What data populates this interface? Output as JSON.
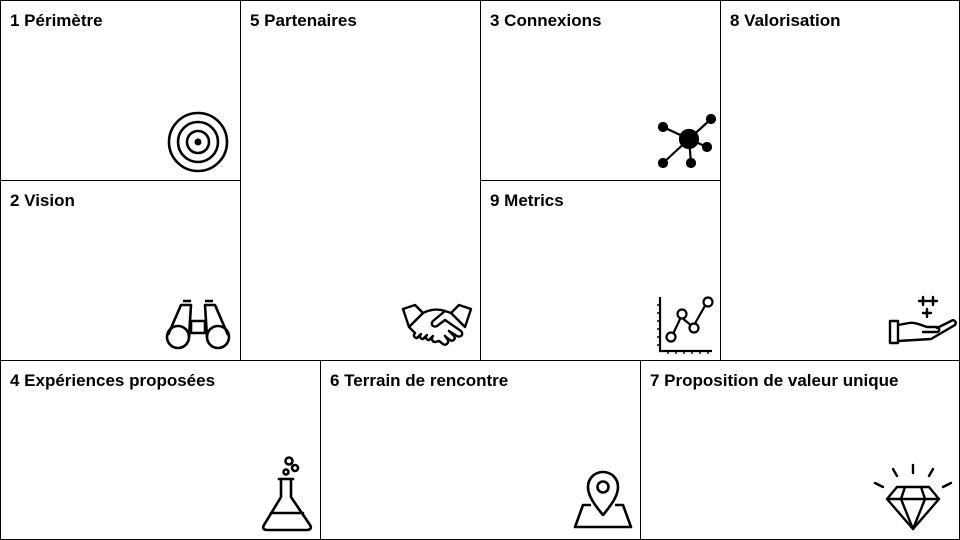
{
  "canvas": {
    "cells": [
      {
        "title": "1 Périmètre",
        "icon": "target-icon"
      },
      {
        "title": "5 Partenaires",
        "icon": "handshake-icon"
      },
      {
        "title": "3 Connexions",
        "icon": "network-icon"
      },
      {
        "title": "8 Valorisation",
        "icon": "hand-offering-icon"
      },
      {
        "title": "2 Vision",
        "icon": "binoculars-icon"
      },
      {
        "title": "9 Metrics",
        "icon": "line-chart-icon"
      },
      {
        "title": "4 Expériences proposées",
        "icon": "flask-icon"
      },
      {
        "title": "6 Terrain de rencontre",
        "icon": "map-pin-icon"
      },
      {
        "title": "7 Proposition de valeur unique",
        "icon": "diamond-icon"
      }
    ]
  }
}
